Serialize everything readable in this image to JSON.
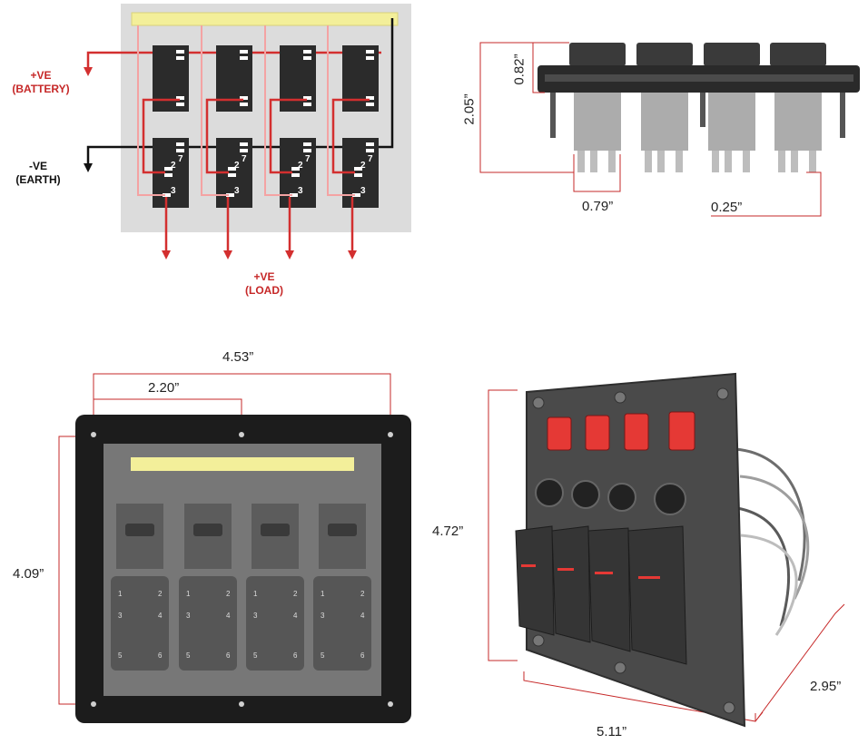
{
  "wiring": {
    "pos_battery": [
      "+VE",
      "(BATTERY)"
    ],
    "neg_earth": [
      "-VE",
      "(EARTH)"
    ],
    "pos_load": [
      "+VE",
      "(LOAD)"
    ],
    "pin_labels": {
      "p2": "2",
      "p7": "7",
      "p3": "3"
    },
    "colors": {
      "positive": "#d32f2f",
      "negative": "#111111",
      "busbar": "#f3ef9a"
    }
  },
  "side_view": {
    "height_overall": "2.05”",
    "height_switch": "0.82”",
    "terminal_block_width": "0.79”",
    "terminal_width": "0.25”"
  },
  "rear_view": {
    "width_overall": "4.53”",
    "width_half": "2.20”",
    "height_holes": "4.09”",
    "pin_labels": {
      "p1": "1",
      "p2": "2",
      "p3": "3",
      "p4": "4",
      "p5": "5",
      "p6": "6"
    }
  },
  "front_view": {
    "height": "4.72”",
    "width": "5.11”",
    "depth": "2.95”",
    "colors": {
      "indicator": "#e53935",
      "panel": "#4a4a4a"
    }
  }
}
